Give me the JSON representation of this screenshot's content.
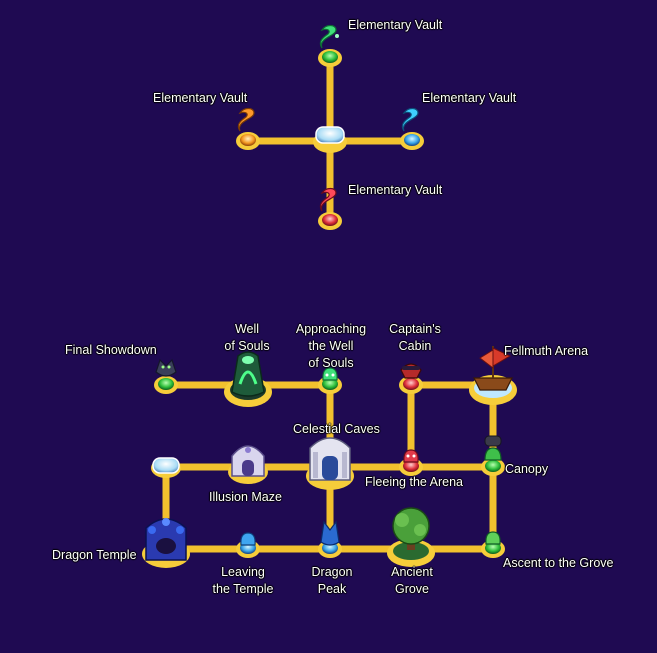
{
  "colors": {
    "background": "#1f0a52",
    "path": "#f2c12e",
    "path_edge": "#b07a10",
    "node_ring": "#f6cd3a",
    "text": "#ffffff"
  },
  "vault_area": {
    "north": "Elementary Vault",
    "west": "Elementary Vault",
    "east": "Elementary Vault",
    "south": "Elementary Vault"
  },
  "locations": {
    "final_showdown": "Final Showdown",
    "well_of_souls": {
      "line1": "Well",
      "line2": "of Souls"
    },
    "approaching_well": {
      "line1": "Approaching",
      "line2": "the Well",
      "line3": "of Souls"
    },
    "captains_cabin": {
      "line1": "Captain's",
      "line2": "Cabin"
    },
    "fellmuth_arena": "Fellmuth Arena",
    "celestial_caves": "Celestial Caves",
    "illusion_maze": "Illusion Maze",
    "fleeing_arena": "Fleeing the Arena",
    "canopy": "Canopy",
    "dragon_temple": "Dragon Temple",
    "leaving_temple": {
      "line1": "Leaving",
      "line2": "the Temple"
    },
    "dragon_peak": {
      "line1": "Dragon",
      "line2": "Peak"
    },
    "ancient_grove": {
      "line1": "Ancient",
      "line2": "Grove"
    },
    "ascent_grove": "Ascent to the Grove"
  },
  "icons": {
    "vault_north": "green-swirl-icon",
    "vault_west": "orange-swirl-icon",
    "vault_east": "blue-swirl-icon",
    "vault_south": "red-swirl-icon",
    "vault_hub": "crystal-platform-icon",
    "final_showdown": "dark-dragon-icon",
    "well_of_souls": "green-vortex-icon",
    "approaching_well": "green-spirit-icon",
    "captains_cabin": "pirate-icon",
    "fellmuth_arena": "pirate-ship-icon",
    "celestial_caves": "silver-temple-icon",
    "illusion_maze": "maze-gate-icon",
    "fleeing_arena": "red-creature-icon",
    "canopy": "green-creature-icon",
    "dragon_temple": "blue-temple-icon",
    "leaving_temple": "blue-creature-icon",
    "dragon_peak": "blue-dragon-icon",
    "ancient_grove": "tree-icon",
    "ascent_grove": "green-sprite-icon",
    "empty_node": "ice-platform-icon"
  }
}
